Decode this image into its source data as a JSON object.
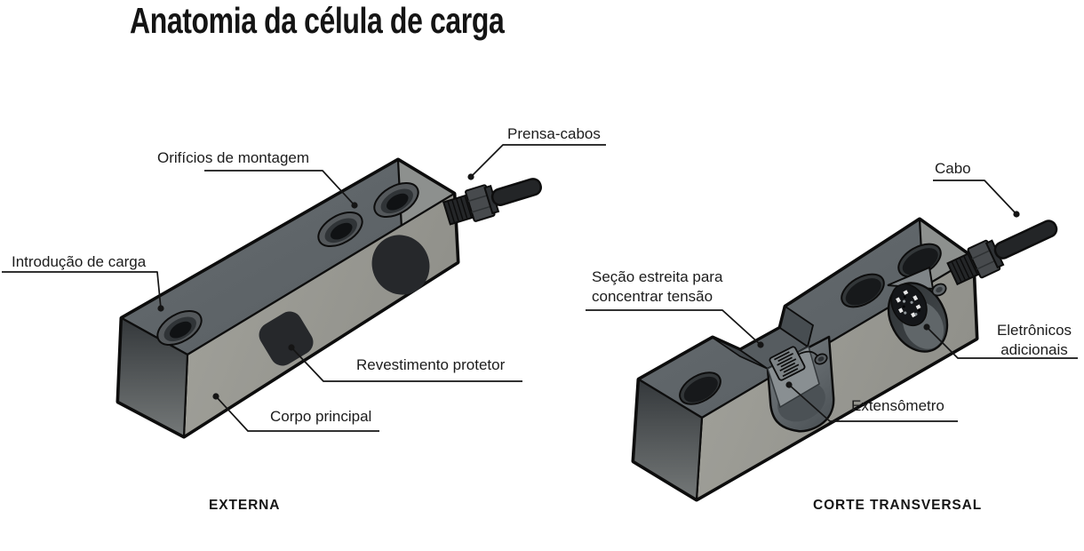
{
  "title": "Anatomia da célula de carga",
  "figures": {
    "external": {
      "caption": "EXTERNA",
      "labels": {
        "mounting_holes": "Orifícios de montagem",
        "cable_gland": "Prensa-cabos",
        "load_introduction": "Introdução de carga",
        "protective_cover": "Revestimento protetor",
        "main_body": "Corpo principal"
      }
    },
    "cross_section": {
      "caption": "CORTE TRANSVERSAL",
      "labels": {
        "cable": "Cabo",
        "narrow_section": "Seção estreita para concentrar tensão",
        "additional_electronics": "Eletrônicos adicionais",
        "strain_gauge": "Extensômetro"
      }
    }
  },
  "colors": {
    "background": "#ffffff",
    "text": "#1c1c1c",
    "outline": "#0d0d0d",
    "body_top_face": "#5f6569",
    "body_front_face": "#9b9b94",
    "body_end_face_light": "#8d908e",
    "body_end_face_dark": "#3c4144",
    "dark_patch": "#26282b",
    "pcb": "#141619"
  }
}
